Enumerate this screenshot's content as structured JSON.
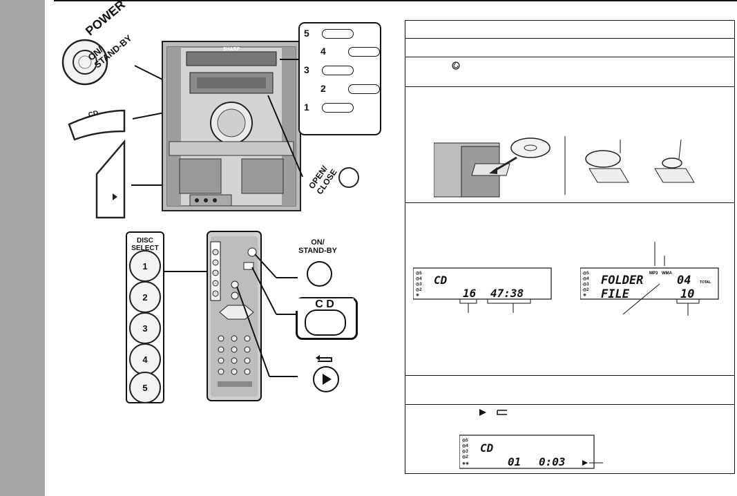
{
  "labels": {
    "power": "POWER",
    "on_standby_unit": "ON/\nSTAND-BY",
    "cd_button": "CD",
    "open_close": "OPEN/\nCLOSE",
    "brand": "SHARP",
    "disc_select": "DISC\nSELECT",
    "remote_on_standby": "ON/\nSTAND-BY",
    "remote_cd": "C D",
    "disc_numbers": [
      "5",
      "4",
      "3",
      "2",
      "1"
    ],
    "remote_disc_numbers": [
      "1",
      "2",
      "3",
      "4",
      "5"
    ],
    "mp3": "MP3",
    "wma": "WMA",
    "total": "TOTAL"
  },
  "lcd": {
    "cd_display": {
      "mode": "CD",
      "tracks": "16",
      "time": "47:38"
    },
    "mp3_display": {
      "line1": "FOLDER",
      "folders": "04",
      "line2": "FILE",
      "files": "10"
    },
    "play_display": {
      "mode": "CD",
      "track": "01",
      "time": "0:03"
    }
  }
}
